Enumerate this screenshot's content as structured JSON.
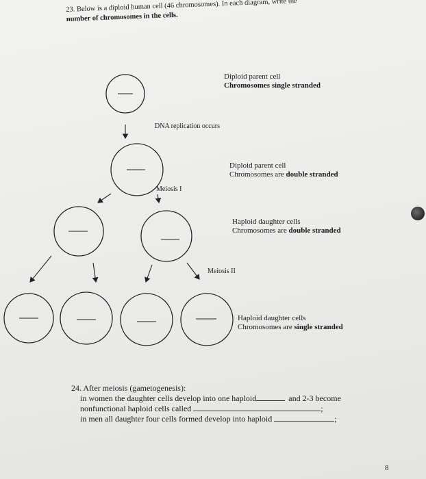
{
  "question23": {
    "number": "23.",
    "line1": "Below is a diploid human cell (46 chromosomes). In each diagram, write the",
    "line2": "number of chromosomes in the cells."
  },
  "diagram": {
    "stage1_title": "Diploid parent cell",
    "stage1_desc": "Chromosomes single stranded",
    "replication": "DNA replication occurs",
    "stage2_title": "Diploid parent cell",
    "stage2_desc_a": "Chromosomes are ",
    "stage2_desc_b": "double stranded",
    "meiosis1": "Meiosis I",
    "stage3_title": "Haploid daughter cells",
    "stage3_desc_a": "Chromosomes are ",
    "stage3_desc_b": "double stranded",
    "meiosis2": "Meiosis II",
    "stage4_title": "Haploid daughter cells",
    "stage4_desc_a": "Chromosomes are ",
    "stage4_desc_b": "single stranded"
  },
  "question24": {
    "header": "24. After meiosis (gametogenesis):",
    "line1_a": "in women the daughter cells develop into one haploid",
    "line1_b": "and 2-3 become",
    "line2": "nonfunctional haploid cells called",
    "line3": "in men all daughter four cells formed develop into haploid"
  },
  "page_number": "8"
}
